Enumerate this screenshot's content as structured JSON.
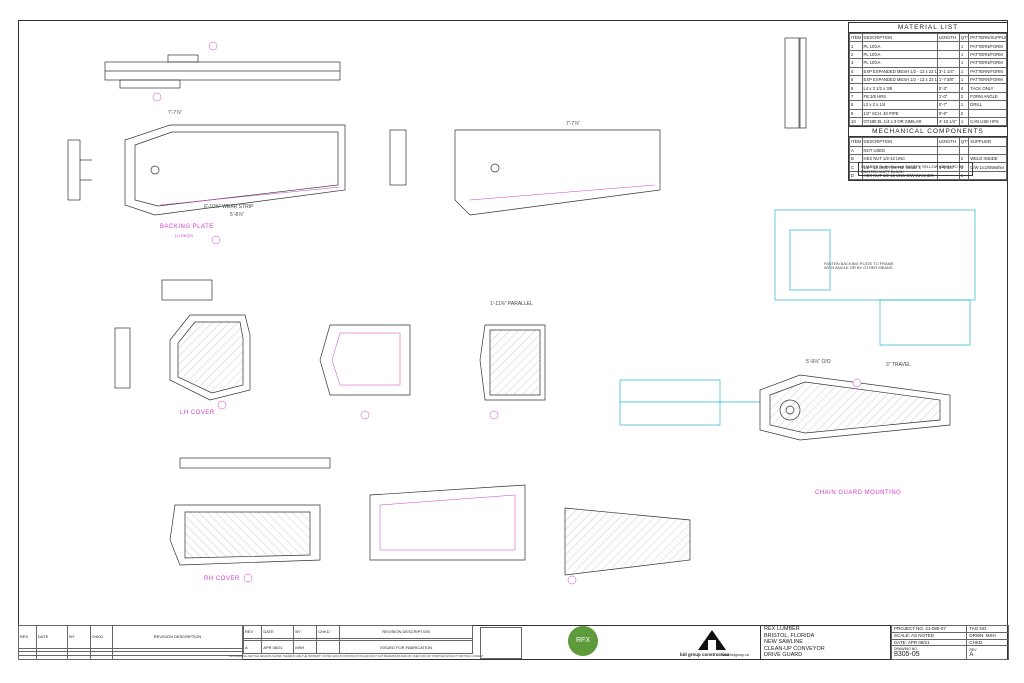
{
  "material_list": {
    "title": "MATERIAL LIST",
    "headers": [
      "ITEM",
      "DESCRIPTION",
      "LENGTH",
      "QTY",
      "PATTERN/SUPPLIER"
    ],
    "rows": [
      [
        "1",
        "PL 10GA",
        "",
        "1",
        "PATTERN/FORM"
      ],
      [
        "2",
        "PL 10GA",
        "",
        "1",
        "PATTERN/FORM"
      ],
      [
        "3",
        "PL 10GA",
        "",
        "1",
        "PATTERN/FORM"
      ],
      [
        "4",
        "EXP EXPANDED MESH 1/2 - 13 x 23 1/4",
        "3'-1 1/4\"",
        "1",
        "PATTERN/FORM"
      ],
      [
        "5",
        "EXP EXPANDED MESH 1/2 - 13 x 23 1/4",
        "1'-7 3/8\"",
        "1",
        "PATTERN/FORM"
      ],
      [
        "6",
        "L4 x 3 1/2 x 3/8",
        "0'-3\"",
        "4",
        "TACK ONLY"
      ],
      [
        "7",
        "FB 3/8 HRS",
        "1'-0\"",
        "2",
        "FORM ANGLE"
      ],
      [
        "8",
        "L2 x 2 x 1/4",
        "0'-7\"",
        "1",
        "DRILL"
      ],
      [
        "9",
        "1/2\" SCH. 40 PIPE",
        "0'-6\"",
        "2",
        ""
      ],
      [
        "10",
        "OT480 EL 1/4 x 3 OR SIMILAR",
        "4'-10 1/4\"",
        "1",
        "CAN USE HPS"
      ]
    ],
    "mech_title": "MECHANICAL COMPONENTS",
    "mech_headers": [
      "ITEM",
      "DESCRIPTION",
      "LENGTH",
      "QTY",
      "SUPPLIER"
    ],
    "mech_rows": [
      [
        "A",
        "NOT USED",
        "",
        "",
        ""
      ],
      [
        "B",
        "HEX NUT 1/2-13 UNC",
        "",
        "2",
        "WELD INSIDE"
      ],
      [
        "C",
        "1/2 - 13 UNC Hex-Hd. Grade 5",
        "0'-9 1/8\"",
        "2",
        "C/W 1x1/8Washer"
      ],
      [
        "D",
        "HEX NUT 1/2-13 UNC C/W WASHER",
        "",
        "1",
        ""
      ]
    ]
  },
  "note": "GUARDS To Be Painted SAFETY YELLOW MESH TO BE PAINTED MATT BLACK",
  "views": {
    "backing_plate": "BACKING PLATE",
    "backing_qty": "(1) REQ'D",
    "lh_cover": "LH COVER",
    "rh_cover": "RH COVER",
    "chain_guard": "CHAIN GUARD MOUNTING",
    "fasten_note": "FASTEN BACKING PLATE TO FRAME WITH ANGLE OR BY OTHER MEANS",
    "dim_overall": "7'-7⅞\"",
    "dim_oo": "5'-9⅛\" O/O",
    "dim_travel": "3\" TRAVEL",
    "dim_parallel": "1'-11⅜\" PARALLEL",
    "dim_wear": "6'-10⅜\" WEAR STRIP",
    "dim_bot": "5'-8⅞\""
  },
  "rev_table": {
    "headers": [
      "REV",
      "DATE",
      "BY",
      "CHKD",
      "REVISION DESCRIPTION"
    ],
    "headers2": [
      "REV",
      "DATE",
      "BY",
      "CHKD",
      "REVISION DESCRIPTION"
    ],
    "row2": [
      "A",
      "APR 08/21",
      "MSH",
      "",
      "ISSUED FOR FABRICATION"
    ]
  },
  "disclaimer": "THIS DRAWING AND THE DESIGNS SHOWN THEREON ARE THE PROPERTY OF BID GROUP CONSTRUCTION AND MUST NOT BE REPRODUCED OR USED FOR ANY PURPOSE WITHOUT WRITTEN CONSENT",
  "project": {
    "client": "REX LUMBER",
    "location": "BRISTOL, FLORIDA",
    "line1": "NEW SAWLINE",
    "line2": "CLEAN-UP CONVEYOR",
    "line3": "DRIVE GUARD"
  },
  "info": {
    "project_no": "PROJECT NO. 21-080-07",
    "tag": "TAG NO.",
    "scale": "SCALE: AS NOTED",
    "drawn": "DRWN: MSH",
    "date": "DATE: APR 08/21",
    "chkd": "CHKD:",
    "drawing_label": "DRAWING NO.",
    "drawing_no": "8305-05",
    "rev_label": "REV",
    "rev": "A"
  },
  "logos": {
    "rfx": "RFX",
    "bid": "bid group construction",
    "url": "www.bidgroup.ca"
  },
  "colors": {
    "magenta": "#d23fc8",
    "cyan": "#1fb8c8",
    "line": "#333333",
    "hatch": "#888888"
  }
}
